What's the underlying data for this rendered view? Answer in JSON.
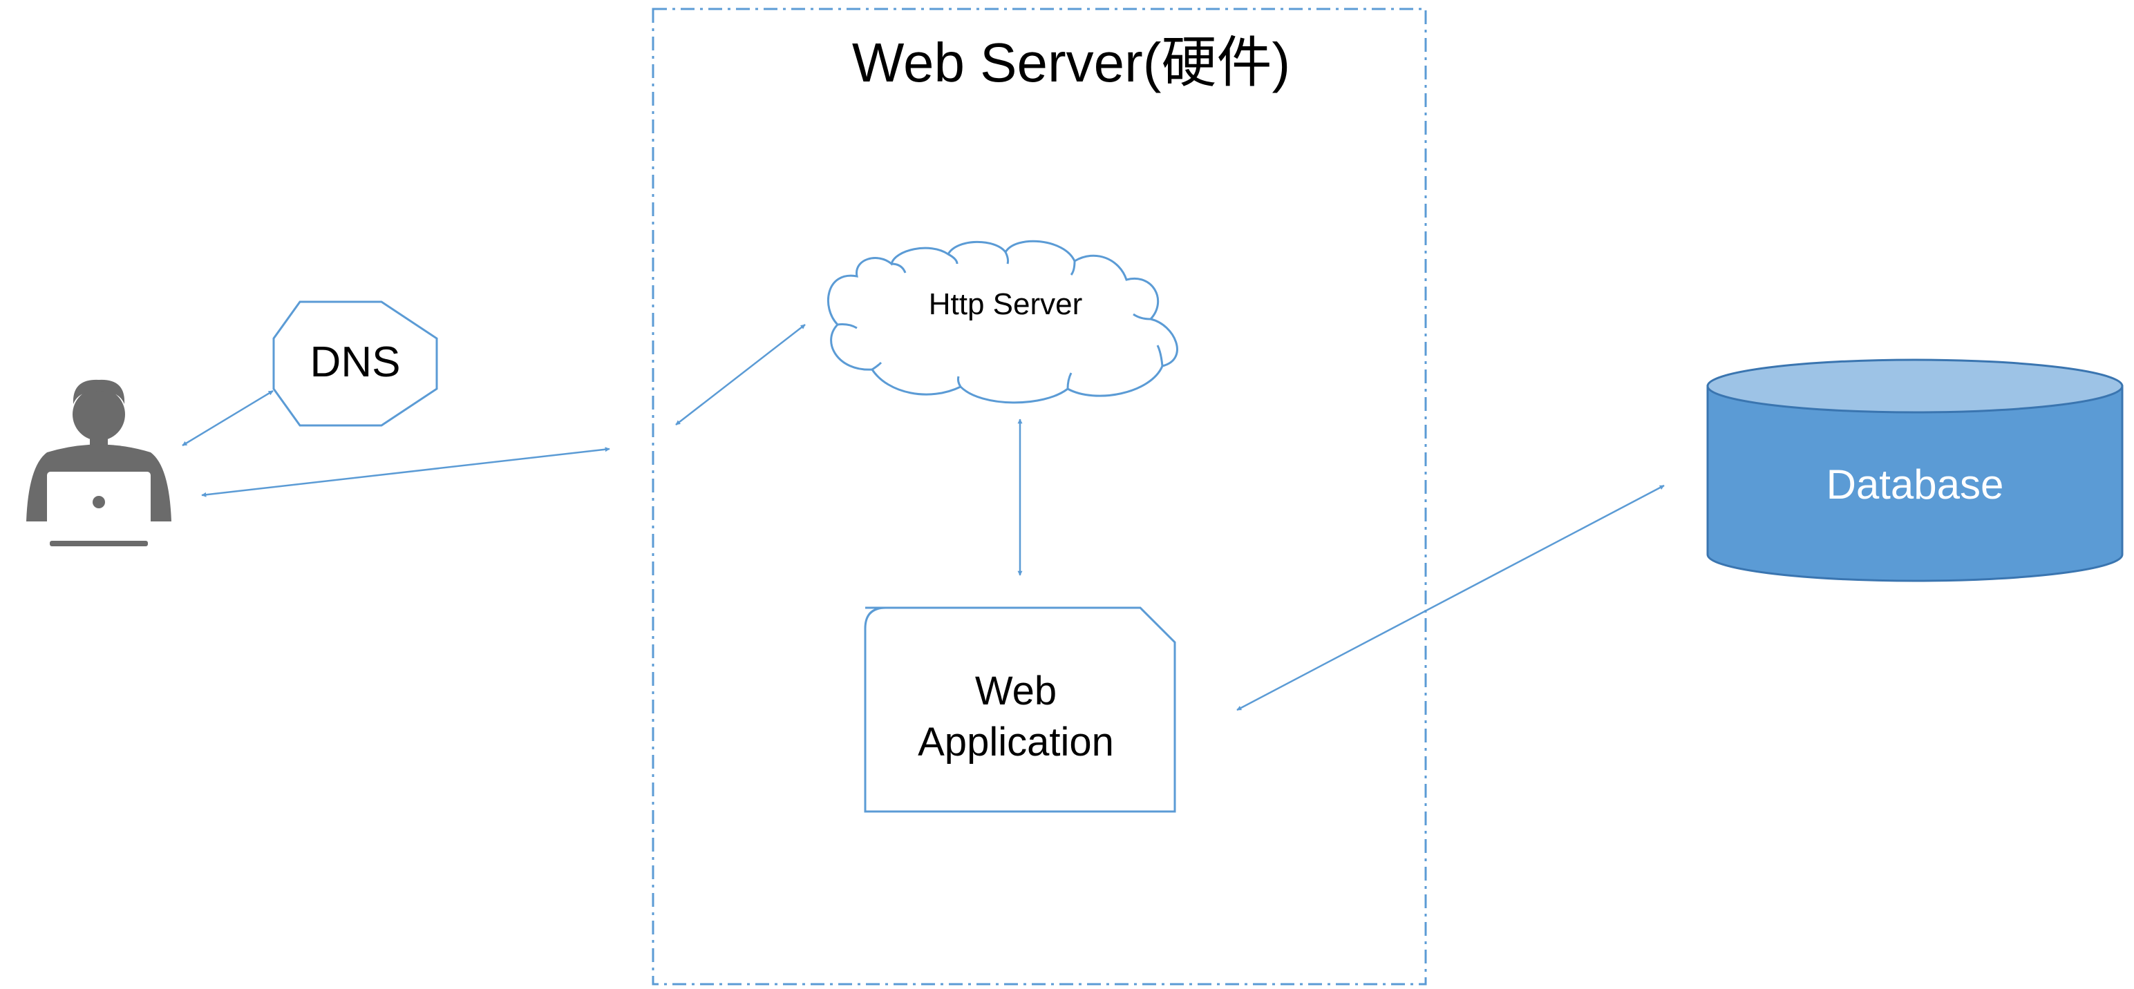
{
  "title": "Web Server(硬件)",
  "nodes": {
    "dns": "DNS",
    "http_server": "Http Server",
    "web_app_line1": "Web",
    "web_app_line2": "Application",
    "database": "Database"
  },
  "icons": {
    "user": "person-with-laptop-icon"
  },
  "colors": {
    "stroke": "#5b9bd5",
    "db_fill": "#5b9bd5",
    "db_top": "#9dc3e6",
    "person": "#6b6b6b",
    "text": "#000000",
    "db_text": "#ffffff"
  }
}
